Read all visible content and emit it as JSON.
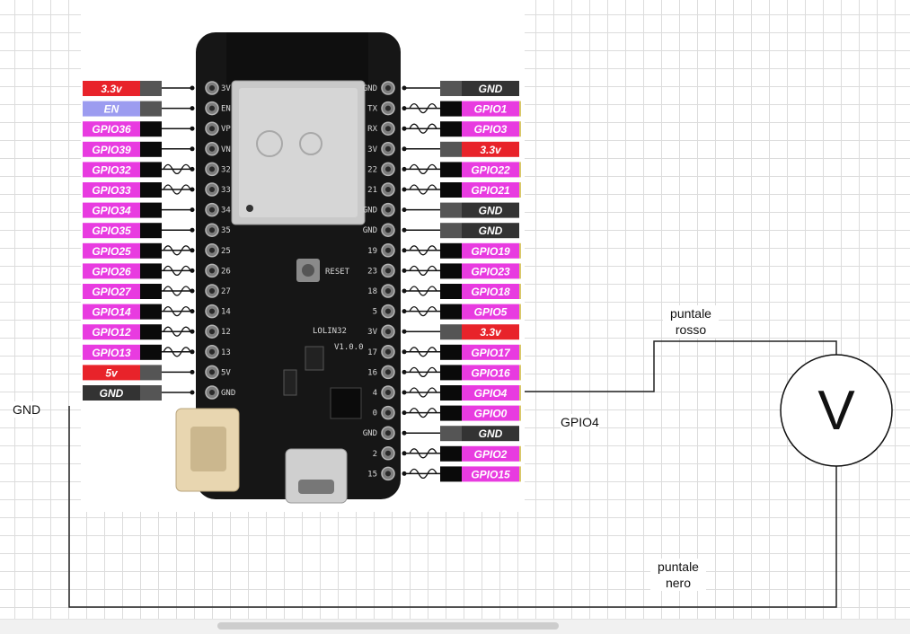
{
  "board": {
    "title": "LOLIN32",
    "version": "V1.0.0",
    "reset_label": "RESET",
    "left_pins": [
      {
        "label": "3.3v",
        "kind": "power",
        "silk": "3V"
      },
      {
        "label": "EN",
        "kind": "en",
        "silk": "EN"
      },
      {
        "label": "GPIO36",
        "kind": "gpio",
        "silk": "VP"
      },
      {
        "label": "GPIO39",
        "kind": "gpio",
        "silk": "VN"
      },
      {
        "label": "GPIO32",
        "kind": "gpio",
        "silk": "32",
        "pwm": true
      },
      {
        "label": "GPIO33",
        "kind": "gpio",
        "silk": "33",
        "pwm": true
      },
      {
        "label": "GPIO34",
        "kind": "gpio",
        "silk": "34"
      },
      {
        "label": "GPIO35",
        "kind": "gpio",
        "silk": "35"
      },
      {
        "label": "GPIO25",
        "kind": "gpio",
        "silk": "25",
        "pwm": true
      },
      {
        "label": "GPIO26",
        "kind": "gpio",
        "silk": "26",
        "pwm": true
      },
      {
        "label": "GPIO27",
        "kind": "gpio",
        "silk": "27",
        "pwm": true
      },
      {
        "label": "GPIO14",
        "kind": "gpio",
        "silk": "14",
        "pwm": true
      },
      {
        "label": "GPIO12",
        "kind": "gpio",
        "silk": "12",
        "pwm": true
      },
      {
        "label": "GPIO13",
        "kind": "gpio",
        "silk": "13",
        "pwm": true
      },
      {
        "label": "5v",
        "kind": "power",
        "silk": "5V"
      },
      {
        "label": "GND",
        "kind": "gnd",
        "silk": "GND"
      }
    ],
    "right_pins": [
      {
        "label": "GND",
        "kind": "gnd",
        "silk": "GND"
      },
      {
        "label": "GPIO1",
        "kind": "gpio",
        "silk": "TX",
        "pwm": true
      },
      {
        "label": "GPIO3",
        "kind": "gpio",
        "silk": "RX",
        "pwm": true
      },
      {
        "label": "3.3v",
        "kind": "power",
        "silk": "3V"
      },
      {
        "label": "GPIO22",
        "kind": "gpio",
        "silk": "22",
        "pwm": true
      },
      {
        "label": "GPIO21",
        "kind": "gpio",
        "silk": "21",
        "pwm": true
      },
      {
        "label": "GND",
        "kind": "gnd",
        "silk": "GND"
      },
      {
        "label": "GND",
        "kind": "gnd",
        "silk": "GND"
      },
      {
        "label": "GPIO19",
        "kind": "gpio",
        "silk": "19",
        "pwm": true
      },
      {
        "label": "GPIO23",
        "kind": "gpio",
        "silk": "23",
        "pwm": true
      },
      {
        "label": "GPIO18",
        "kind": "gpio",
        "silk": "18",
        "pwm": true
      },
      {
        "label": "GPIO5",
        "kind": "gpio",
        "silk": "5",
        "pwm": true
      },
      {
        "label": "3.3v",
        "kind": "power",
        "silk": "3V"
      },
      {
        "label": "GPIO17",
        "kind": "gpio",
        "silk": "17",
        "pwm": true
      },
      {
        "label": "GPIO16",
        "kind": "gpio",
        "silk": "16",
        "pwm": true
      },
      {
        "label": "GPIO4",
        "kind": "gpio",
        "silk": "4",
        "pwm": true
      },
      {
        "label": "GPIO0",
        "kind": "gpio",
        "silk": "0",
        "pwm": true
      },
      {
        "label": "GND",
        "kind": "gnd",
        "silk": "GND"
      },
      {
        "label": "GPIO2",
        "kind": "gpio",
        "silk": "2",
        "pwm": true
      },
      {
        "label": "GPIO15",
        "kind": "gpio",
        "silk": "15",
        "pwm": true
      }
    ]
  },
  "annotations": {
    "gnd_label": "GND",
    "gpio4_label": "GPIO4",
    "red_probe_line1": "puntale",
    "red_probe_line2": "rosso",
    "black_probe_line1": "puntale",
    "black_probe_line2": "nero",
    "voltmeter_symbol": "V"
  },
  "colors": {
    "gpio": "#e83be0",
    "power": "#e8232a",
    "gnd": "#333333",
    "en": "#9c9cf0",
    "wire": "#222222"
  }
}
